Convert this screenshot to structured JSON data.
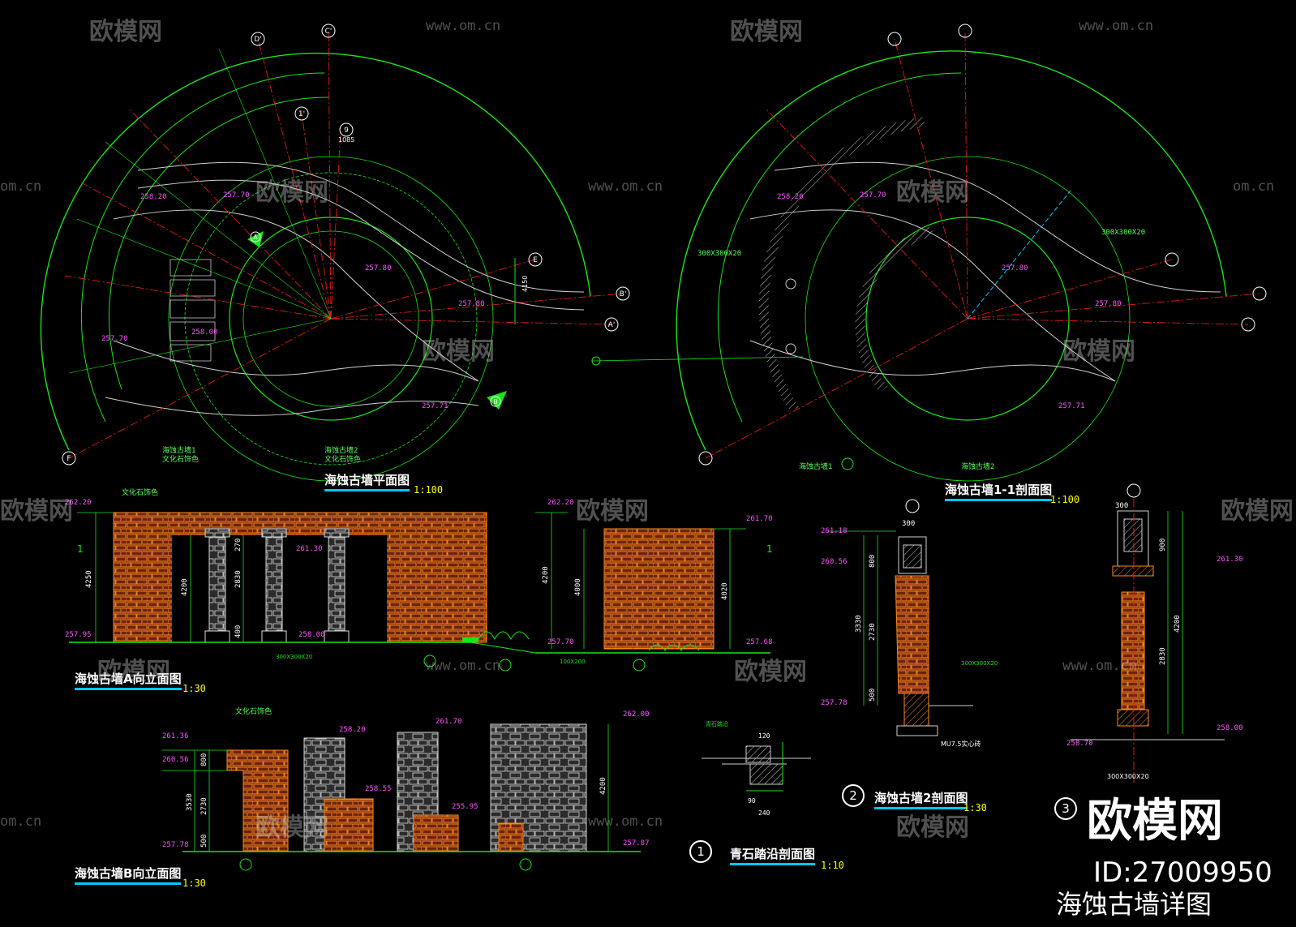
{
  "drawing": {
    "titles": {
      "plan": "海蚀古墙平面图",
      "plan_scale": "1:100",
      "section_1_1": "海蚀古墙1-1剖面图",
      "section_1_1_scale": "1:100",
      "elev_a": "海蚀古墙A向立面图",
      "elev_a_scale": "1:30",
      "elev_b": "海蚀古墙B向立面图",
      "elev_b_scale": "1:30",
      "section_2": "海蚀古墙2剖面图",
      "section_2_scale": "1:30",
      "section_2_num": "2",
      "section_3_num": "3",
      "curb_section": "青石踏沿剖面图",
      "curb_section_scale": "1:10",
      "curb_section_num": "1"
    },
    "levels": {
      "plan_a": "258.20",
      "plan_b": "257.70",
      "plan_c": "257.80",
      "plan_d": "257.80",
      "plan_e": "257.70",
      "plan_f": "258.00",
      "plan_g": "257.71",
      "elev_a_top": "262.20",
      "elev_a_bottom": "257.95",
      "elev_a_mid": "261.30",
      "elev_a_ground": "258.00",
      "elev_a_right_top": "262.20",
      "elev_a_right_bottom": "257.70",
      "elev_c_top": "261.70",
      "elev_c_bottom": "257.68",
      "elev_b_1": "261.36",
      "elev_b_2": "260.56",
      "elev_b_3": "258.20",
      "elev_b_4": "261.70",
      "elev_b_5": "262.00",
      "elev_b_6": "258.55",
      "elev_b_7": "255.95",
      "elev_b_8": "257.78",
      "elev_b_9": "257.87",
      "sec2_1": "261.18",
      "sec2_2": "260.56",
      "sec2_3": "257.78",
      "sec3_1": "261.30",
      "sec3_2": "258.00",
      "sec3_3": "258.70"
    },
    "dims": {
      "d4250": "4250",
      "d4200": "4200",
      "d2830": "2830",
      "d270": "270",
      "d400": "400",
      "d4000": "4000",
      "d4020": "4020",
      "d3530": "3530",
      "d2730": "2730",
      "d800": "800",
      "d500": "500",
      "d3330": "3330",
      "d4150": "4150",
      "d1085": "1085",
      "d300": "300",
      "d120": "120",
      "d240": "240",
      "d90": "90",
      "d900": "900"
    },
    "notes": {
      "n1": "文化石饰色",
      "n2": "300X300X20",
      "n3": "海蚀古墙1",
      "n4": "海蚀古墙2",
      "n5": "青石踏沿",
      "n6": "MU7.5实心砖",
      "n7": "100X200"
    }
  },
  "watermarks": {
    "logo_text": "欧模网",
    "url": "www.om.cn",
    "url_short": "om.cn"
  },
  "brand": {
    "logo": "欧模网",
    "id_text": "ID:27009950",
    "caption": "海蚀古墙详图"
  },
  "colors": {
    "background": "#000000",
    "green_line": "#19e619",
    "red_axis": "#e61919",
    "brick_orange": "#ff8a1a",
    "brick_fill": "#7a2a12",
    "cyan": "#00c8ff",
    "white": "#ffffff",
    "yellow": "#ffff00",
    "magenta": "#ff55ff"
  }
}
